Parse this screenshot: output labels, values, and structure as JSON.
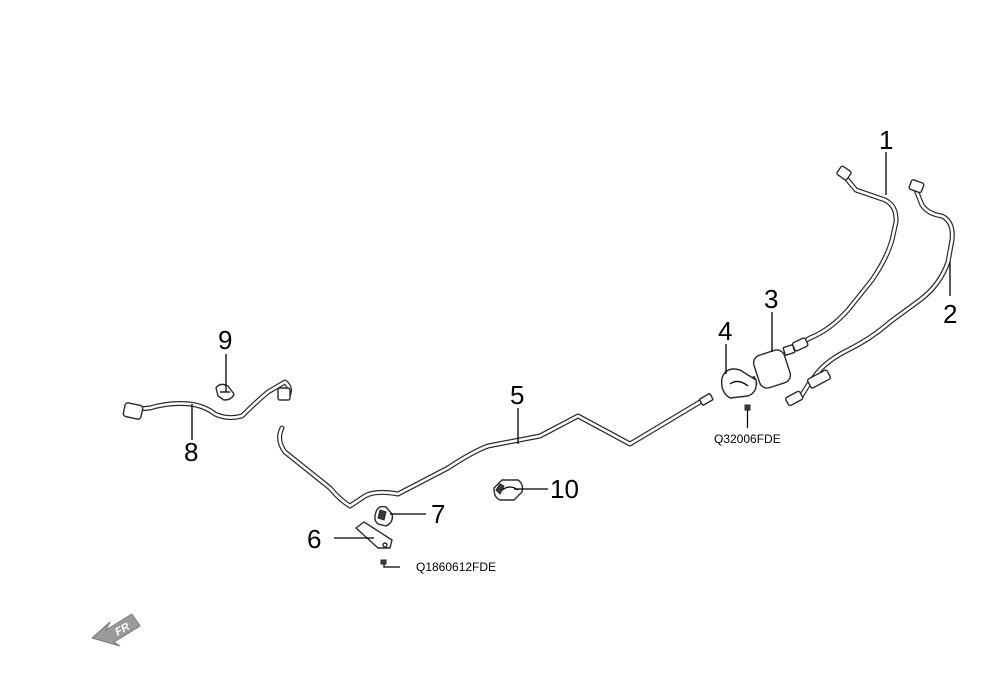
{
  "diagram": {
    "callouts": [
      "1",
      "2",
      "3",
      "4",
      "5",
      "6",
      "7",
      "8",
      "9",
      "10"
    ],
    "part_codes": {
      "bolt_filter": "Q32006FDE",
      "bolt_bracket": "Q1860612FDE"
    },
    "direction_label": "FR"
  }
}
